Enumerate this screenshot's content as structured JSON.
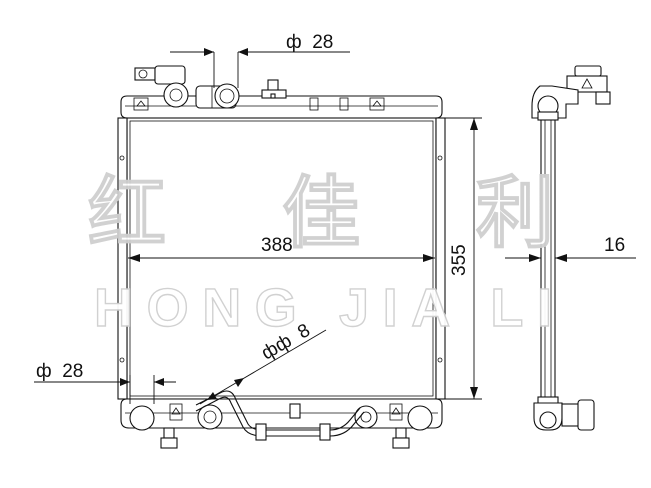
{
  "dimensions": {
    "top_pipe": "ф  28",
    "bottom_pipe": "ф  28",
    "width": "388",
    "height": "355",
    "depth": "16",
    "small_pipe": "фф  8"
  },
  "watermark": {
    "chinese": "红 佳 利",
    "english": "HONG JIA LI"
  }
}
